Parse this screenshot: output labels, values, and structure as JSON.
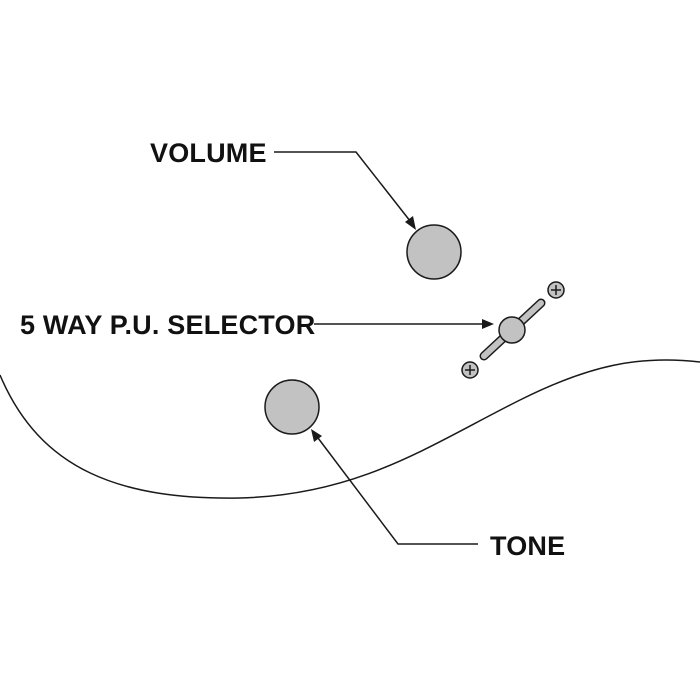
{
  "labels": {
    "volume": "VOLUME",
    "selector": "5 WAY P.U. SELECTOR",
    "tone": "TONE"
  },
  "colors": {
    "background": "#ffffff",
    "knob_fill": "#c2c2c2",
    "line": "#1a1a1a",
    "text": "#111111"
  }
}
